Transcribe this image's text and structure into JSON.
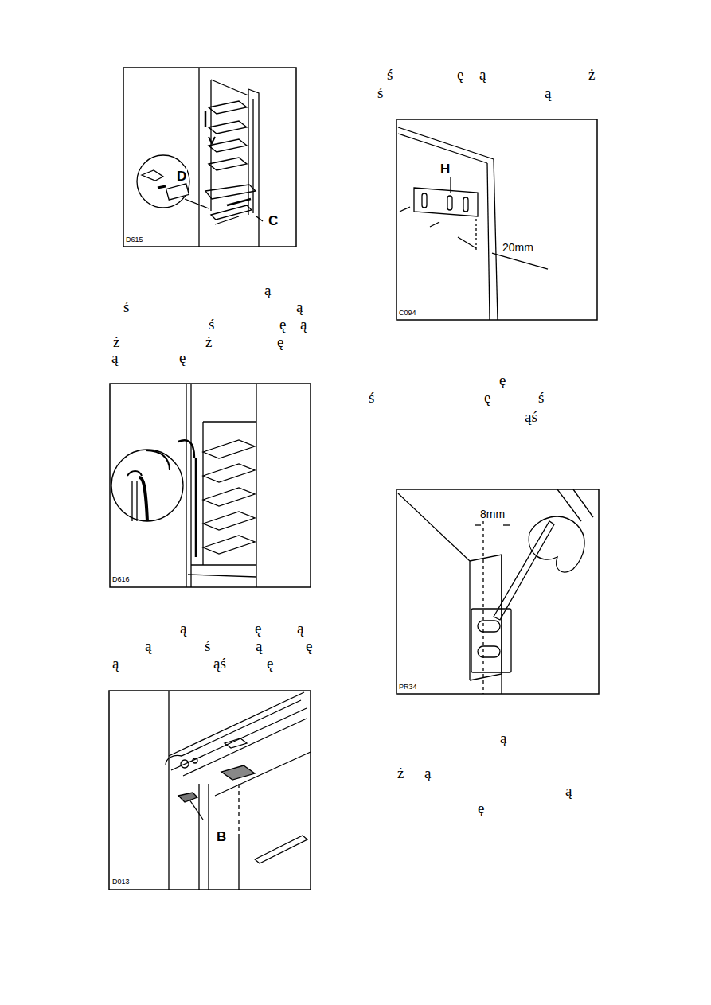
{
  "diagram": {
    "labels": [
      "D",
      "C",
      "D615",
      "D616",
      "B",
      "D013",
      "H",
      "20mm",
      "C094",
      "8mm",
      "PR34",
      "ś",
      "ę",
      "ą",
      "ż",
      "ś",
      "ą",
      "ą",
      "ś",
      "ą",
      "ś",
      "ę",
      "ą",
      "ż",
      "ż",
      "ę",
      "ą",
      "ę",
      "ą",
      "ę",
      "ą",
      "ą",
      "ś",
      "ą",
      "ę",
      "ą",
      "ąś",
      "ę",
      "ę",
      "ś",
      "ę",
      "ś",
      "ąś",
      "ą",
      "ż",
      "ą",
      "ą",
      "ę"
    ]
  }
}
